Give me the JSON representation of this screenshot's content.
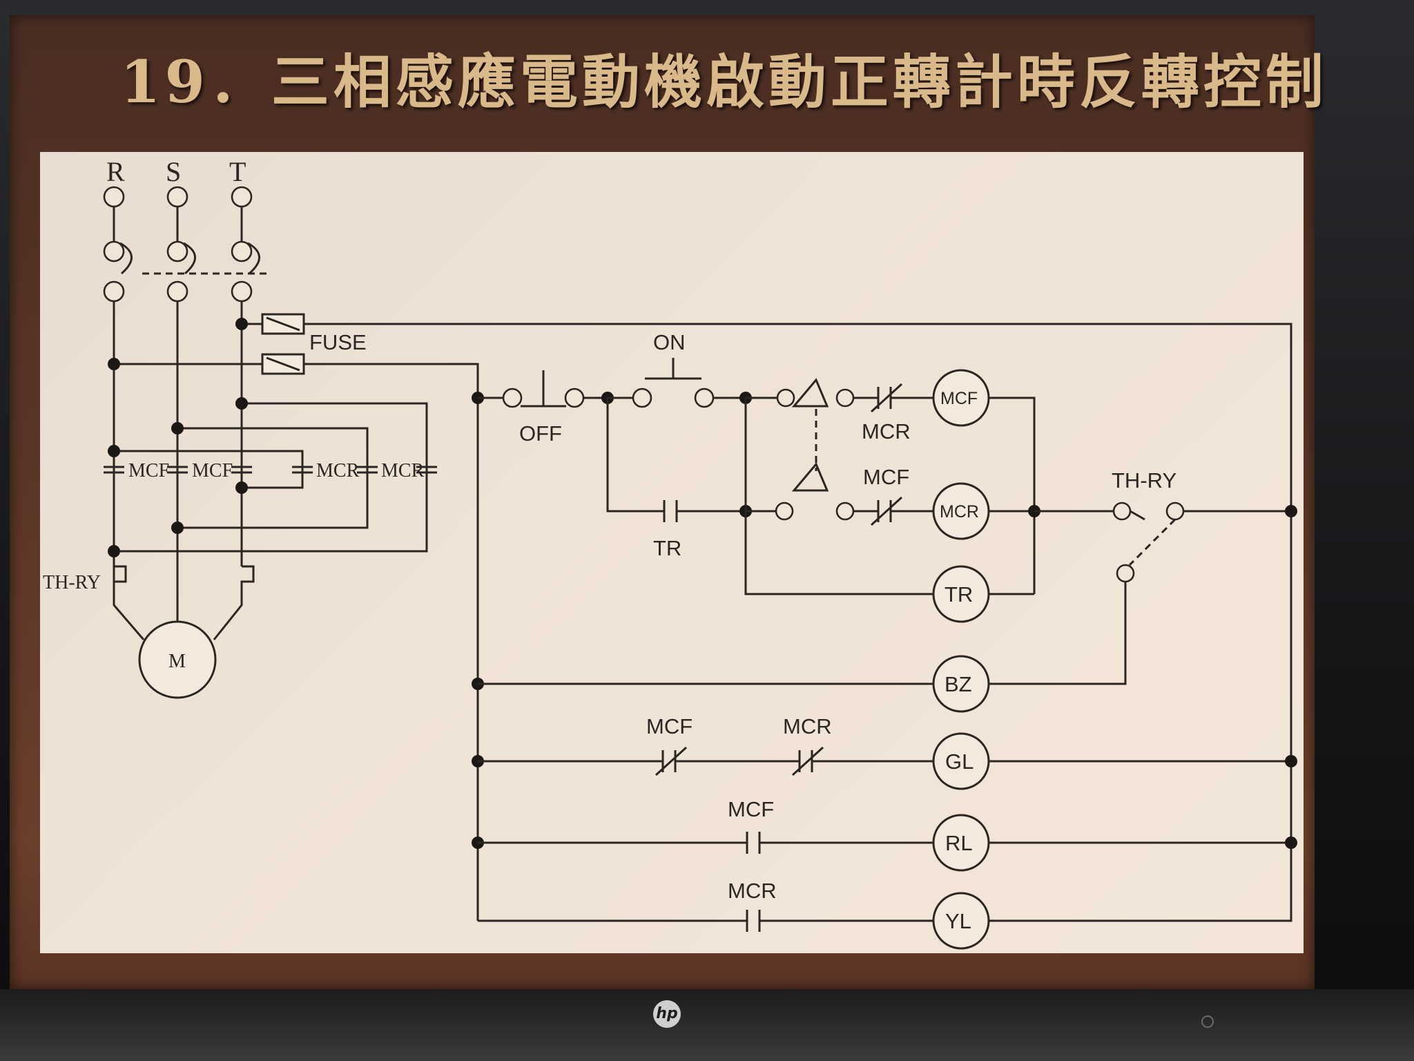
{
  "slide": {
    "title": "19．三相感應電動機啟動正轉計時反轉控制"
  },
  "diagram": {
    "phases": [
      "R",
      "S",
      "T"
    ],
    "fuse_label": "FUSE",
    "main_contactor_labels": [
      "MCF",
      "MCF",
      "MCR",
      "MCR"
    ],
    "thermal_relay_label": "TH-RY",
    "motor_label": "M",
    "off_button": "OFF",
    "on_button": "ON",
    "timer_contact": "TR",
    "rung1_nc_contact": "MCR",
    "rung2_nc_contact": "MCF",
    "coils": {
      "mcf": "MCF",
      "mcr": "MCR",
      "tr": "TR",
      "bz": "BZ",
      "gl": "GL",
      "rl": "RL",
      "yl": "YL"
    },
    "overload_contact": "TH-RY",
    "gl_contact_1": "MCF",
    "gl_contact_2": "MCR",
    "rl_contact": "MCF",
    "yl_contact": "MCR"
  },
  "monitor": {
    "brand": "hp"
  }
}
